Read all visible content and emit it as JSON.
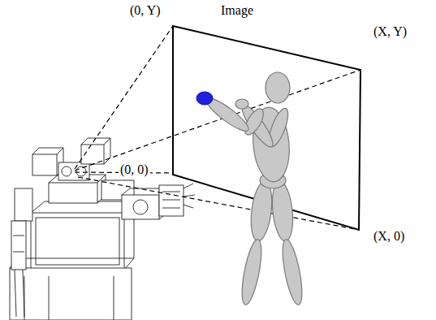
{
  "diagram": {
    "labels": [
      "Image",
      "(0, Y)",
      "(X, Y)",
      "(0, 0)",
      "(X, 0)"
    ]
  }
}
